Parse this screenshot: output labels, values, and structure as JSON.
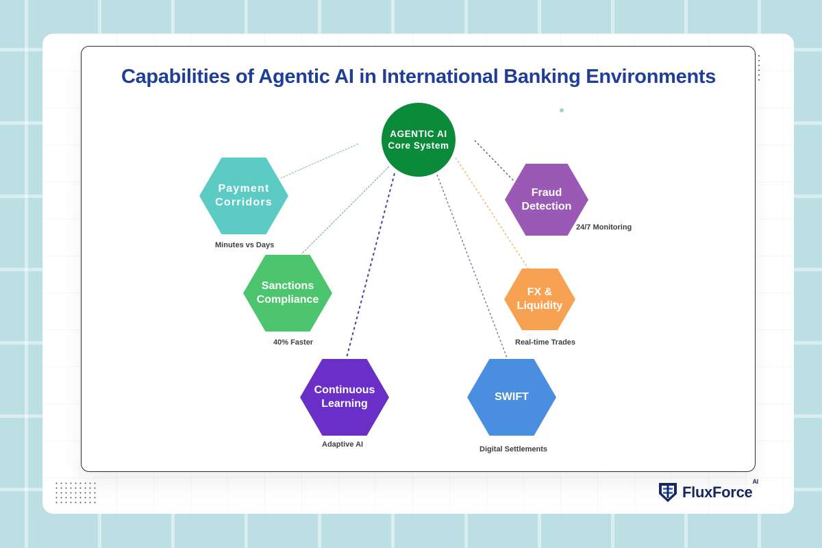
{
  "title": "Capabilities of Agentic AI in International Banking Environments",
  "core": {
    "line1": "AGENTIC AI",
    "line2": "Core System",
    "color": "#0b8a3a"
  },
  "nodes": [
    {
      "id": "payment-corridors",
      "line1": "Payment",
      "line2": "Corridors",
      "subtitle": "Minutes vs Days",
      "color": "#5ccbc3",
      "connector_color": "#7fb6b0"
    },
    {
      "id": "sanctions-compliance",
      "line1": "Sanctions",
      "line2": "Compliance",
      "subtitle": "40% Faster",
      "color": "#4cc56e",
      "connector_color": "#6f9aa3"
    },
    {
      "id": "continuous-learning",
      "line1": "Continuous",
      "line2": "Learning",
      "subtitle": "Adaptive AI",
      "color": "#6a2fc7",
      "connector_color": "#4b3f9a"
    },
    {
      "id": "swift",
      "line1": "SWIFT",
      "line2": "",
      "subtitle": "Digital Settlements",
      "color": "#4a8ee0",
      "connector_color": "#6c84a6"
    },
    {
      "id": "fx-liquidity",
      "line1": "FX &",
      "line2": "Liquidity",
      "subtitle": "Real-time Trades",
      "color": "#f7a253",
      "connector_color": "#f0b86a"
    },
    {
      "id": "fraud-detection",
      "line1": "Fraud",
      "line2": "Detection",
      "subtitle": "24/7 Monitoring",
      "color": "#9b59b6",
      "connector_color": "#5e6a80"
    }
  ],
  "logo": {
    "name": "FluxForce",
    "suffix": "AI",
    "color": "#17285e",
    "accent": "#3a6fd8"
  }
}
